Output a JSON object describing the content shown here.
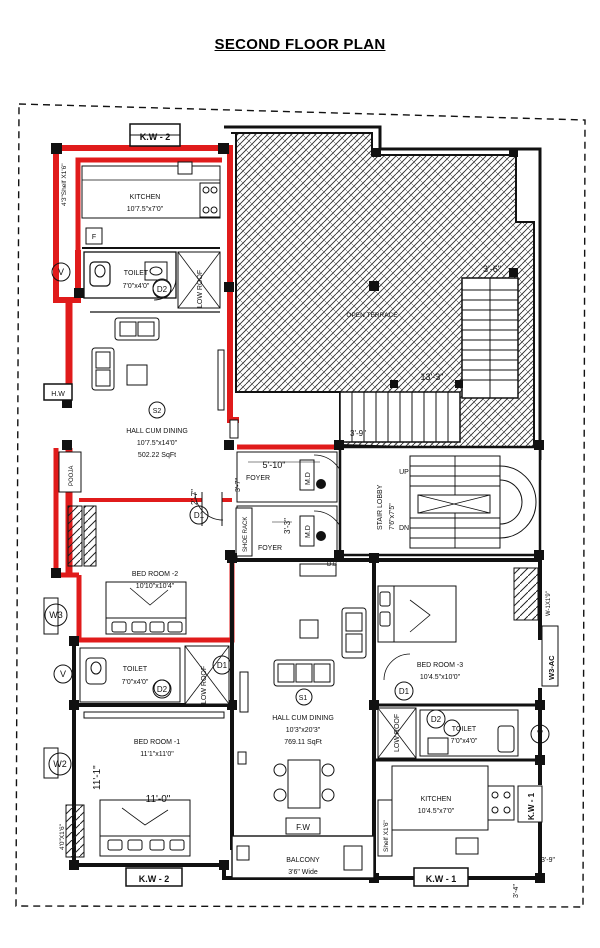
{
  "title": "SECOND FLOOR PLAN",
  "colors": {
    "ink": "#111111",
    "red_wall": "#e01b1b",
    "hatch": "#555555",
    "paper": "#ffffff"
  },
  "labels": {
    "kw2_top": "K.W - 2",
    "kitchen_top": "KITCHEN",
    "kitchen_top_dim": "10'7.5\"x7'0\"",
    "shelf_top": "4'3\"Shelf X1'6\"",
    "f_mark": "F",
    "v_mark": "V",
    "toilet": "TOILET",
    "toilet_dim": "7'0\"x4'0\"",
    "d2": "D2",
    "d1": "D1",
    "low_roof": "LOW ROOF",
    "open_terrace": "OPEN TERRACE",
    "hw": "H.W",
    "hall_dining": "HALL CUM DINING",
    "s2": "S2",
    "hall2_dim": "10'7.5\"x14'0\"",
    "hall2_area": "502.22 SqFt",
    "pooja": "POOJA",
    "w3": "W3",
    "bed2": "BED ROOM -2",
    "bed2_dim": "10'10\"x10'4\"",
    "md": "M.D",
    "foyer": "FOYER",
    "shoe_rack": "SHOE RACK",
    "dim_5_10": "5'-10\"",
    "dim_3_7": "3'-7\"",
    "dim_2_7": "2'-7\"",
    "dim_3_3": "3'-3\"",
    "dim_3_6": "3'-6\"",
    "dim_13_3": "13'-3\"",
    "dim_11_1": "11'-1\"",
    "dim_11_0": "11'-0\"",
    "dim_3_9": "3'-9\"",
    "stair_lobby": "STAIR LOBBY",
    "stair_dim": "7'6\"x7'5\"",
    "up": "UP",
    "dn": "DN",
    "db": "D.B",
    "bed3": "BED ROOM -3",
    "bed3_dim": "10'4.5\"x10'0\"",
    "w3ac": "W3-AC",
    "wardrobe": "W-1X1'9\"",
    "s1": "S1",
    "hall1_dim": "10'3\"x20'3\"",
    "hall1_area": "769.11 SqFt",
    "bed1": "BED ROOM -1",
    "bed1_dim": "11'1\"x11'0\"",
    "w2": "W2",
    "shelf_bottom": "4'0\"X1'6\"",
    "fw": "F.W",
    "balcony": "BALCONY",
    "balcony_dim": "3'6\" Wide",
    "kw2_bottom": "K.W - 2",
    "kw1_bottom": "K.W - 1",
    "kw1_right": "K.W - 1",
    "kitchen_br": "KITCHEN",
    "kitchen_br_dim": "10'4.5\"x7'0\"",
    "shelf_br": "Shelf X1'6\"",
    "dim_3_9b": "3'-9\"",
    "dim_3_4": "3'-4\""
  }
}
